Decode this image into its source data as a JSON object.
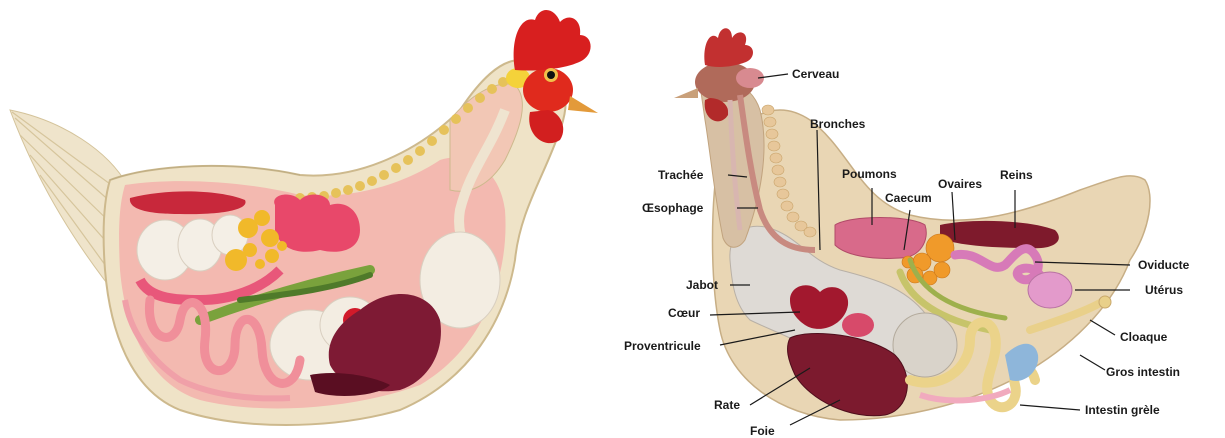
{
  "labels": {
    "cerveau": "Cerveau",
    "bronches": "Bronches",
    "trachee": "Trachée",
    "poumons": "Poumons",
    "caecum": "Caecum",
    "ovaires": "Ovaires",
    "reins": "Reins",
    "oesophage": "Œsophage",
    "oviducte": "Oviducte",
    "jabot": "Jabot",
    "uterus": "Utérus",
    "coeur": "Cœur",
    "cloaque": "Cloaque",
    "proventricule": "Proventricule",
    "gros_intestin": "Gros intestin",
    "rate": "Rate",
    "intestin_grele": "Intestin grèle",
    "foie": "Foie"
  },
  "colors": {
    "feather": "#e9dcc0",
    "feather_outline": "#c9b892",
    "body_cavity": "#f2b8ae",
    "comb": "#d21f1f",
    "liver": "#7a1a2a",
    "intestine_pink": "#f08f9a",
    "gizzard_white": "#efe9df",
    "bile_green": "#6e9a3a",
    "yolk": "#f1b92a",
    "kidney": "#8a1d2e",
    "lung": "#d66b8a",
    "spine": "#e8c15a"
  }
}
